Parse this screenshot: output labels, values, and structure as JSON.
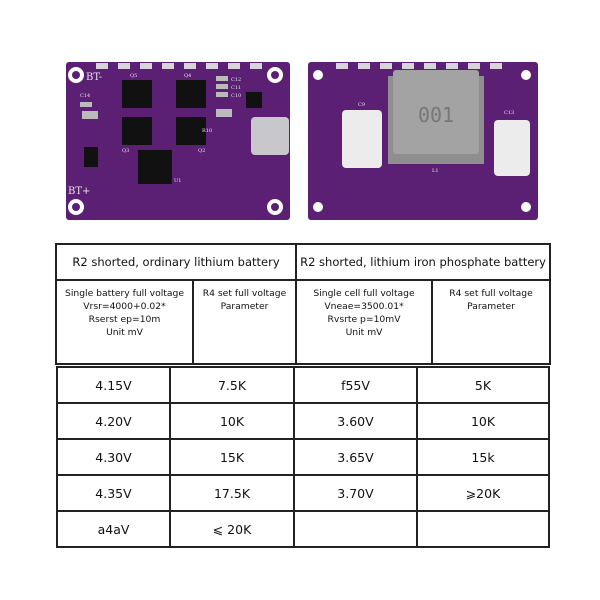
{
  "images": {
    "front_board": {
      "color": "#5b1f73",
      "labels": {
        "bt_minus": "BT-",
        "bt_plus": "BT+",
        "u1": "U1",
        "q2": "Q2",
        "q3": "Q3",
        "q4": "Q4",
        "q5": "Q5",
        "r10": "R10",
        "c14": "C14",
        "c12": "C12",
        "c11": "C11",
        "c10": "C10"
      }
    },
    "back_board": {
      "color": "#5b1f73",
      "labels": {
        "inductor": "001",
        "l1": "L1",
        "c9": "C9",
        "c13": "C13"
      }
    }
  },
  "spec_table": {
    "groups": [
      "R2 shorted, ordinary lithium battery",
      "R2 shorted, lithium iron phosphate battery"
    ],
    "subheaders": [
      "Single battery full voltage\nVrsr=4000+0.02*\nRserst ep=10m\nUnit mV",
      "R4 set full voltage\nParameter",
      "Single cell full voltage\nVneae=3500.01*\nRvsrte p=10mV\nUnit mV",
      "R4 set full voltage\nParameter"
    ]
  },
  "value_table": {
    "rows": [
      [
        "4.15V",
        "7.5K",
        "f55V",
        "5K"
      ],
      [
        "4.20V",
        "10K",
        "3.60V",
        "10K"
      ],
      [
        "4.30V",
        "15K",
        "3.65V",
        "15k"
      ],
      [
        "4.35V",
        "17.5K",
        "3.70V",
        "⩾20K"
      ],
      [
        "a4aV",
        "⩽ 20K",
        "",
        ""
      ]
    ]
  }
}
